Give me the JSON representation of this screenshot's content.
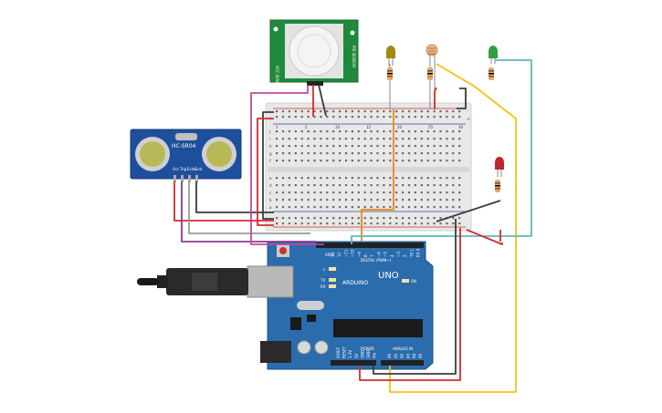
{
  "ultrasonic": {
    "model": "HC-SR04",
    "pins": [
      "Vcc",
      "Trig",
      "Echo",
      "Gnd"
    ]
  },
  "pir": {
    "left_label": "VCC SENS",
    "right_label": "PIR SENSOR"
  },
  "breadboard": {
    "row_letters_top": [
      "j",
      "i",
      "h",
      "g",
      "f"
    ],
    "row_letters_bottom": [
      "e",
      "d",
      "c",
      "b",
      "a"
    ],
    "col_numbers": [
      "1",
      "5",
      "10",
      "15",
      "20",
      "25",
      "30"
    ]
  },
  "arduino": {
    "brand": "ARDUINO",
    "model": "UNO",
    "digital_label": "DIGITAL (PWM~)",
    "power_label": "POWER",
    "analog_label": "ANALOG IN",
    "on_label": "ON",
    "led_labels": [
      "L",
      "TX",
      "RX"
    ],
    "aref_label": "AREF",
    "gnd_label": "GND",
    "digital_pins": [
      "13",
      "12",
      "~11",
      "~10",
      "~9",
      "8",
      "7",
      "~6",
      "~5",
      "4",
      "~3",
      "2",
      "TX 1",
      "RX 0"
    ],
    "power_pins": [
      "IOREF",
      "RESET",
      "3.3V",
      "5V",
      "GND",
      "GND",
      "Vin"
    ],
    "analog_pins": [
      "A0",
      "A1",
      "A2",
      "A3",
      "A4",
      "A5"
    ]
  },
  "colors": {
    "breadboard": "#e8e8e8",
    "arduino": "#2b6cad",
    "sensor_blue": "#1e4f9c",
    "pir_board": "#1f8a3b",
    "wire_red": "#d42a2a",
    "wire_black": "#3a3a3a",
    "wire_orange": "#e88a12",
    "wire_yellow": "#f2c318",
    "wire_teal": "#5fb6bd",
    "wire_purple": "#8b3a8f",
    "wire_gray": "#9a9a9a",
    "wire_magenta": "#c04a9a",
    "led_yellow": "#a08a10",
    "led_green": "#2f9e44",
    "led_red": "#c0242c"
  }
}
